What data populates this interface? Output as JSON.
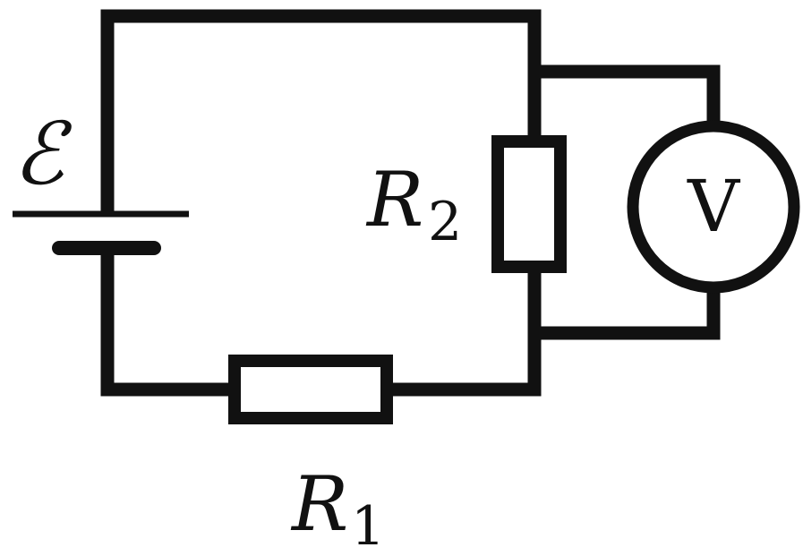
{
  "colors": {
    "ink": "#111111",
    "background": "#ffffff"
  },
  "labels": {
    "emf": "ℰ",
    "r1_main": "R",
    "r1_sub": "1",
    "r2_main": "R",
    "r2_sub": "2",
    "voltmeter": "V"
  },
  "components": {
    "battery": "emf-source",
    "resistor_1": "resistor",
    "resistor_2": "resistor",
    "meter": "voltmeter"
  }
}
